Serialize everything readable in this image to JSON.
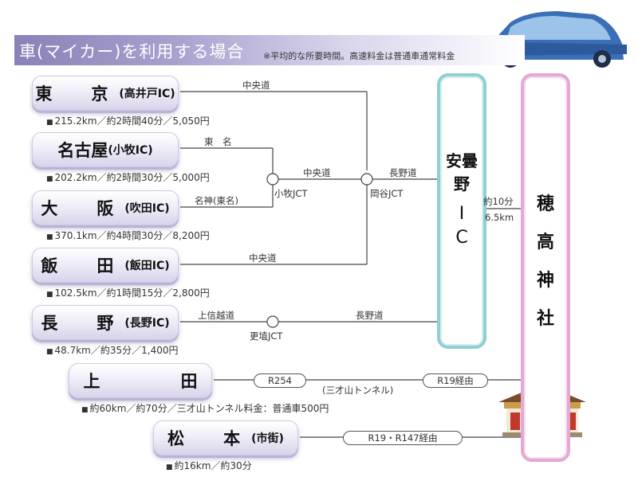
{
  "banner": {
    "title": "車(マイカー)を利用する場合",
    "note": "※平均的な所要時間。高速料金は普通車通常料金"
  },
  "origins": [
    {
      "name": "東　京",
      "ic": "(高井戸IC)",
      "info": "215.2km／約2時間40分／5,050円"
    },
    {
      "name": "名古屋",
      "ic": "(小牧IC)",
      "info": "202.2km／約2時間30分／5,000円"
    },
    {
      "name": "大　阪",
      "ic": "(吹田IC)",
      "info": "370.1km／約4時間30分／8,200円"
    },
    {
      "name": "飯　田",
      "ic": "(飯田IC)",
      "info": "102.5km／約1時間15分／2,800円"
    },
    {
      "name": "長　野",
      "ic": "(長野IC)",
      "info": "48.7km／約35分／1,400円"
    },
    {
      "name": "上　田",
      "ic": "",
      "info": "約60km／約70分／三才山トンネル料金：普通車500円"
    },
    {
      "name": "松　本",
      "ic": "(市街)",
      "info": "約16km／約30分"
    }
  ],
  "bullet": "■",
  "roads": {
    "chuo_1": "中央道",
    "tomei": "東　名",
    "chuo_2": "中央道",
    "nagano_do_1": "長野道",
    "meishin": "名神(東名)",
    "chuo_3": "中央道",
    "joshinetsu": "上信越道",
    "nagano_do_2": "長野道"
  },
  "junctions": {
    "komaki": "小牧JCT",
    "okaya": "岡谷JCT",
    "koshoku": "更埴JCT"
  },
  "ic_box": {
    "label": "安曇野",
    "bar": "I",
    "c": "C"
  },
  "ic_to_shrine": {
    "time": "約10分",
    "dist": "6.5km"
  },
  "shrine": {
    "chars": [
      "穂",
      "高",
      "神",
      "社"
    ],
    "icon": "shrine-building-icon"
  },
  "tags": {
    "r254": "R254",
    "tunnel": "(三才山トンネル)",
    "r19_ueda": "R19経由",
    "r19_matsumoto": "R19・R147経由"
  },
  "colors": {
    "banner": "#8a82b8",
    "ic_border": "#8fcfd2",
    "shrine_border": "#e4a9d2",
    "car": "#3a6fb8"
  },
  "car_icon": "car-icon"
}
